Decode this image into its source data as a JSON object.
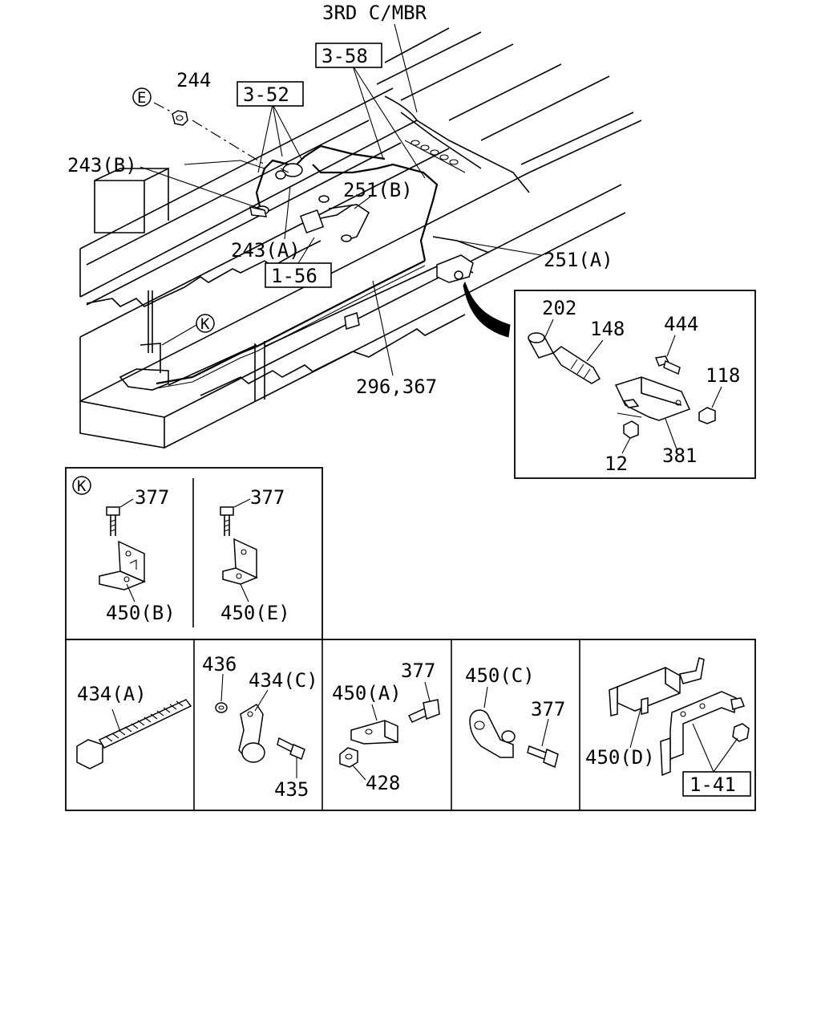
{
  "labels": {
    "third_crossmember": "3RD C/MBR",
    "ref_3_58": "3-58",
    "ref_3_52": "3-52",
    "ref_1_56": "1-56",
    "ref_1_41": "1-41",
    "circle_e": "E",
    "circle_k_main": "K",
    "circle_k_panel": "K",
    "p244": "244",
    "p243b": "243(B)",
    "p243a": "243(A)",
    "p251b": "251(B)",
    "p251a": "251(A)",
    "p296_367": "296,367",
    "p202": "202",
    "p148": "148",
    "p444": "444",
    "p118": "118",
    "p12": "12",
    "p381": "381",
    "p377_k1": "377",
    "p450b": "450(B)",
    "p377_k2": "377",
    "p450e": "450(E)",
    "p434a": "434(A)",
    "p436": "436",
    "p434c": "434(C)",
    "p435": "435",
    "p450a": "450(A)",
    "p377_a": "377",
    "p428": "428",
    "p450c": "450(C)",
    "p377_c": "377",
    "p450d": "450(D)"
  }
}
